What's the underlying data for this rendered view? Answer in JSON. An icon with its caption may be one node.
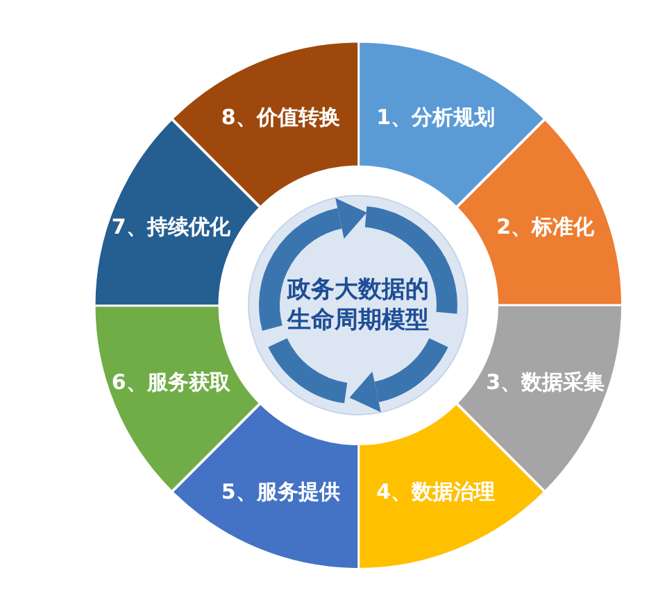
{
  "diagram": {
    "nodes": [
      {
        "text": [
          "1、分析规划"
        ]
      },
      {
        "text": [
          "2、标准化"
        ]
      },
      {
        "text": [
          "3、数据采集"
        ]
      },
      {
        "text": [
          "4、数据治理"
        ]
      },
      {
        "text": [
          "5、服务提供"
        ]
      },
      {
        "text": [
          "6、服务获取"
        ]
      },
      {
        "text": [
          "7、持续优化"
        ]
      },
      {
        "text": [
          "8、价值转换"
        ]
      },
      {
        "text": [
          "政务大数据的生命周期模型"
        ]
      }
    ]
  }
}
